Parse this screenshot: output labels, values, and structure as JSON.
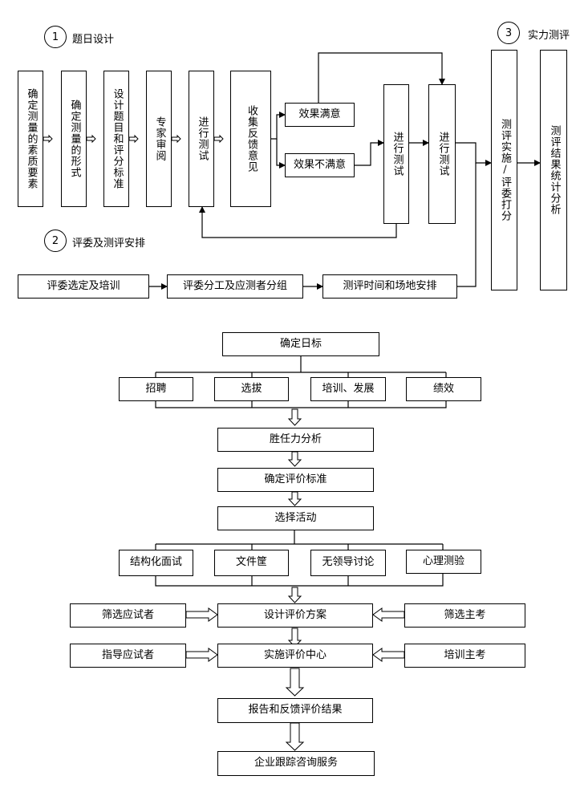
{
  "top": {
    "section1": {
      "num": "1",
      "title": "题日设计"
    },
    "section2": {
      "num": "2",
      "title": "评委及测评安排"
    },
    "section3": {
      "num": "3",
      "title": "实力测评"
    },
    "steps": [
      "确定测量的素质要素",
      "确定测量的形式",
      "设计题目和评分标准",
      "专家审阅",
      "进行测试",
      "收集反馈意见"
    ],
    "satisfied": "效果满意",
    "unsatisfied": "效果不满意",
    "retest1": "进行测试",
    "retest2": "进行测试",
    "implement": "测评实施/评委打分",
    "stats": "测评结果统计分析",
    "bottom_row": [
      "评委选定及培训",
      "评委分工及应测者分组",
      "测评时间和场地安排"
    ]
  },
  "bottom": {
    "goal": "确定日标",
    "purposes": [
      "招聘",
      "选拔",
      "培训、发展",
      "绩效"
    ],
    "competency": "胜任力分析",
    "criteria": "确定评价标准",
    "select_activity": "选择活动",
    "activities": [
      "结构化面试",
      "文件筐",
      "无领导讨论",
      "心理测验"
    ],
    "screen_candidates": "筛选应试者",
    "design": "设计评价方案",
    "screen_examiners": "筛选主考",
    "guide_candidates": "指导应试者",
    "implement_center": "实施评价中心",
    "train_examiners": "培训主考",
    "report": "报告和反馈评价结果",
    "consulting": "企业跟踪咨询服务"
  }
}
